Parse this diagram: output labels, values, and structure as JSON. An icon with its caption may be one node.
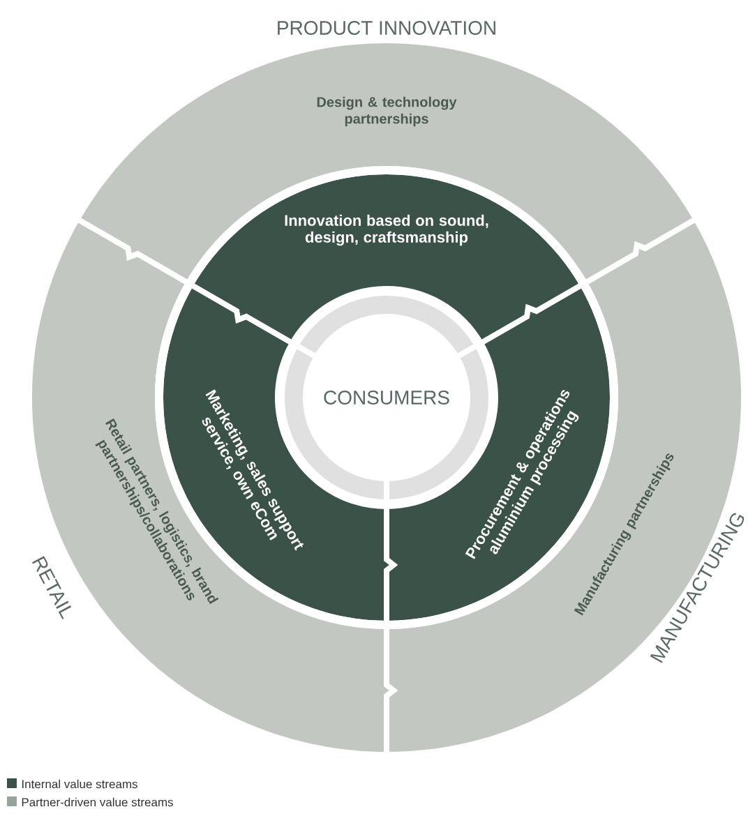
{
  "diagram": {
    "nodes": [
      {
        "text": [
          "PRODUCT INNOVATION",
          "Design & technology partnerships"
        ]
      },
      {
        "text": [
          "Innovation based on sound, design, craftsmanship"
        ]
      },
      {
        "text": [
          "CONSUMERS"
        ]
      },
      {
        "text": [
          "RETAIL",
          "Retail partners, logistics, brand partnerships/collaborations"
        ]
      },
      {
        "text": [
          "Marketing, sales support service, own eCom"
        ]
      },
      {
        "text": [
          "Procurement & operations aluminium processing"
        ]
      },
      {
        "text": [
          "MANUFACTURING",
          "Manufacturing partnerships"
        ]
      }
    ],
    "legend": [
      {
        "text": "Internal value streams",
        "color": "#3b5249"
      },
      {
        "text": "Partner-driven value streams",
        "color": "#98a39b"
      }
    ]
  }
}
